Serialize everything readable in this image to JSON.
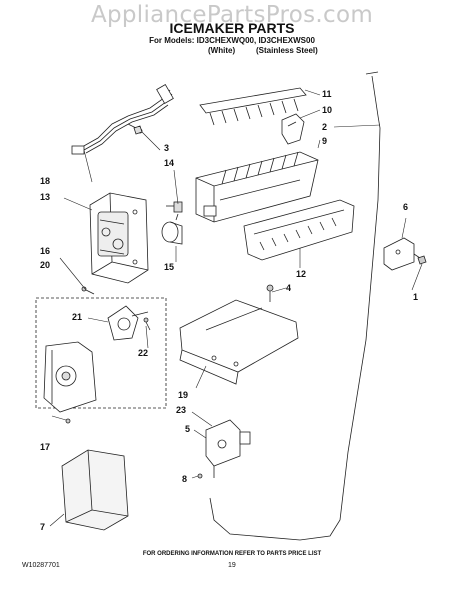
{
  "watermark": "AppliancePartsPros.com",
  "title": "ICEMAKER PARTS",
  "models_line": "For Models: ID3CHEXWQ00, ID3CHEXWS00",
  "variant_white": "(White)",
  "variant_stainless": "(Stainless Steel)",
  "part_numbers": [
    "1",
    "2",
    "3",
    "4",
    "5",
    "6",
    "7",
    "8",
    "9",
    "10",
    "11",
    "12",
    "13",
    "14",
    "15",
    "16",
    "17",
    "18",
    "19",
    "20",
    "21",
    "22",
    "23"
  ],
  "footer": {
    "ordering_note": "FOR ORDERING INFORMATION REFER TO PARTS PRICE LIST",
    "doc_id": "W10287701",
    "page": "19"
  }
}
